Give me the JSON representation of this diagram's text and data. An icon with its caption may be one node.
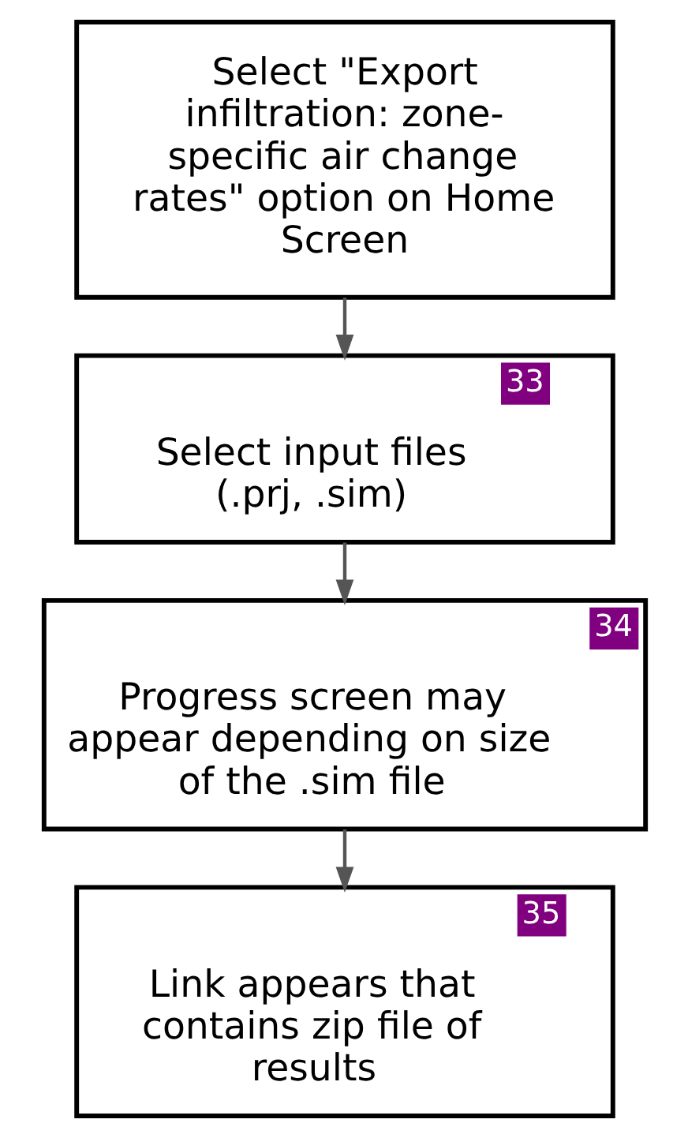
{
  "diagram": {
    "nodes": [
      {
        "text": [
          "Select \"Export infiltration: zone-specific air change rates\" option on Home Screen"
        ]
      },
      {
        "text": [
          "33",
          "Select input files (.prj, .sim)"
        ]
      },
      {
        "text": [
          "34",
          "Progress screen may appear depending on size of the .sim file"
        ]
      },
      {
        "text": [
          "35",
          "Link appears that contains zip file of results"
        ]
      }
    ],
    "edges": [
      {
        "from": 0,
        "to": 1,
        "arrow": "to"
      },
      {
        "from": 1,
        "to": 2,
        "arrow": "to"
      },
      {
        "from": 2,
        "to": 3,
        "arrow": "to"
      }
    ]
  }
}
